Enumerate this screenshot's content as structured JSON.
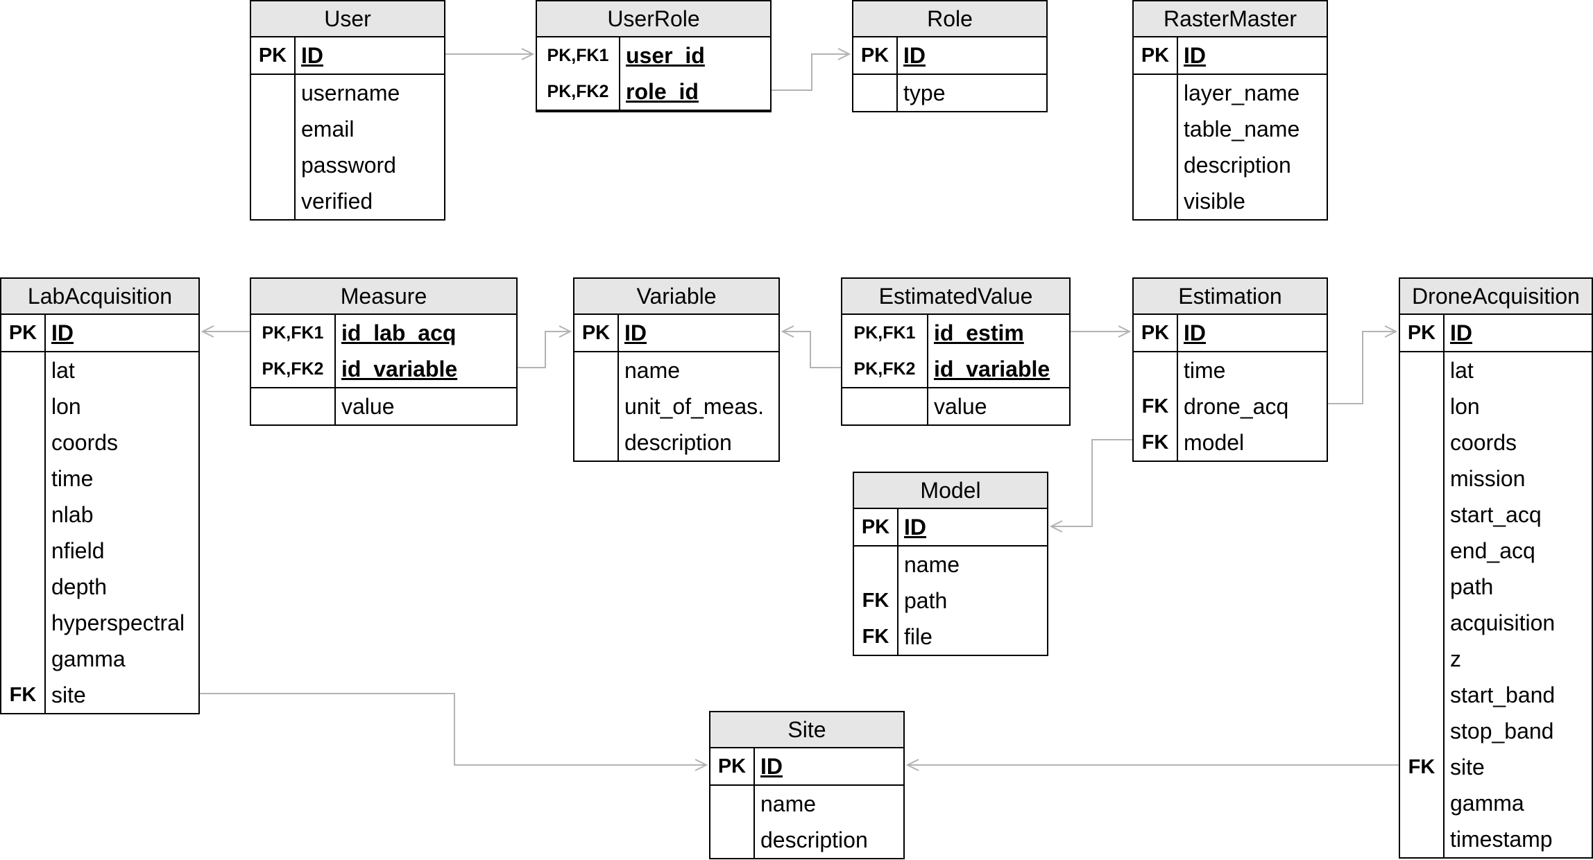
{
  "entities": [
    {
      "id": "user",
      "name": "User",
      "key_w": 62,
      "pk_rows": [
        {
          "key": "PK",
          "name": "ID"
        }
      ],
      "rows": [
        {
          "key": "",
          "name": "username"
        },
        {
          "key": "",
          "name": "email"
        },
        {
          "key": "",
          "name": "password"
        },
        {
          "key": "",
          "name": "verified"
        }
      ]
    },
    {
      "id": "userrole",
      "name": "UserRole",
      "key_w": 118,
      "pk_rows": [
        {
          "key": "PK,FK1",
          "name": "user_id"
        },
        {
          "key": "PK,FK2",
          "name": "role_id"
        }
      ],
      "rows": []
    },
    {
      "id": "role",
      "name": "Role",
      "key_w": 62,
      "pk_rows": [
        {
          "key": "PK",
          "name": "ID"
        }
      ],
      "rows": [
        {
          "key": "",
          "name": "type"
        }
      ]
    },
    {
      "id": "rastermaster",
      "name": "RasterMaster",
      "key_w": 62,
      "pk_rows": [
        {
          "key": "PK",
          "name": "ID"
        }
      ],
      "rows": [
        {
          "key": "",
          "name": "layer_name"
        },
        {
          "key": "",
          "name": "table_name"
        },
        {
          "key": "",
          "name": "description"
        },
        {
          "key": "",
          "name": "visible"
        }
      ]
    },
    {
      "id": "labacquisition",
      "name": "LabAcquisition",
      "key_w": 62,
      "pk_rows": [
        {
          "key": "PK",
          "name": "ID"
        }
      ],
      "rows": [
        {
          "key": "",
          "name": "lat"
        },
        {
          "key": "",
          "name": "lon"
        },
        {
          "key": "",
          "name": "coords"
        },
        {
          "key": "",
          "name": "time"
        },
        {
          "key": "",
          "name": "nlab"
        },
        {
          "key": "",
          "name": "nfield"
        },
        {
          "key": "",
          "name": "depth"
        },
        {
          "key": "",
          "name": "hyperspectral"
        },
        {
          "key": "",
          "name": "gamma"
        },
        {
          "key": "FK",
          "name": "site"
        }
      ]
    },
    {
      "id": "measure",
      "name": "Measure",
      "key_w": 120,
      "pk_rows": [
        {
          "key": "PK,FK1",
          "name": "id_lab_acq"
        },
        {
          "key": "PK,FK2",
          "name": "id_variable"
        }
      ],
      "rows": [
        {
          "key": "",
          "name": "value"
        }
      ]
    },
    {
      "id": "variable",
      "name": "Variable",
      "key_w": 62,
      "pk_rows": [
        {
          "key": "PK",
          "name": "ID"
        }
      ],
      "rows": [
        {
          "key": "",
          "name": "name"
        },
        {
          "key": "",
          "name": "unit_of_meas."
        },
        {
          "key": "",
          "name": "description"
        }
      ]
    },
    {
      "id": "estimatedvalue",
      "name": "EstimatedValue",
      "key_w": 122,
      "pk_rows": [
        {
          "key": "PK,FK1",
          "name": "id_estim"
        },
        {
          "key": "PK,FK2",
          "name": "id_variable"
        }
      ],
      "rows": [
        {
          "key": "",
          "name": "value"
        }
      ]
    },
    {
      "id": "estimation",
      "name": "Estimation",
      "key_w": 62,
      "pk_rows": [
        {
          "key": "PK",
          "name": "ID"
        }
      ],
      "rows": [
        {
          "key": "",
          "name": "time"
        },
        {
          "key": "FK",
          "name": "drone_acq"
        },
        {
          "key": "FK",
          "name": "model"
        }
      ]
    },
    {
      "id": "droneacquisition",
      "name": "DroneAcquisition",
      "key_w": 62,
      "pk_rows": [
        {
          "key": "PK",
          "name": "ID"
        }
      ],
      "rows": [
        {
          "key": "",
          "name": "lat"
        },
        {
          "key": "",
          "name": "lon"
        },
        {
          "key": "",
          "name": "coords"
        },
        {
          "key": "",
          "name": "mission"
        },
        {
          "key": "",
          "name": "start_acq"
        },
        {
          "key": "",
          "name": "end_acq"
        },
        {
          "key": "",
          "name": "path"
        },
        {
          "key": "",
          "name": "acquisition"
        },
        {
          "key": "",
          "name": "z"
        },
        {
          "key": "",
          "name": "start_band"
        },
        {
          "key": "",
          "name": "stop_band"
        },
        {
          "key": "FK",
          "name": "site"
        },
        {
          "key": "",
          "name": "gamma"
        },
        {
          "key": "",
          "name": "timestamp"
        }
      ]
    },
    {
      "id": "model",
      "name": "Model",
      "key_w": 62,
      "pk_rows": [
        {
          "key": "PK",
          "name": "ID"
        }
      ],
      "rows": [
        {
          "key": "",
          "name": "name"
        },
        {
          "key": "FK",
          "name": "path"
        },
        {
          "key": "FK",
          "name": "file"
        }
      ]
    },
    {
      "id": "site",
      "name": "Site",
      "key_w": 62,
      "pk_rows": [
        {
          "key": "PK",
          "name": "ID"
        }
      ],
      "rows": [
        {
          "key": "",
          "name": "name"
        },
        {
          "key": "",
          "name": "description"
        }
      ]
    }
  ],
  "relationships": [
    {
      "from": "user",
      "to": "userrole"
    },
    {
      "from": "userrole",
      "to": "role"
    },
    {
      "from": "measure",
      "to": "labacquisition"
    },
    {
      "from": "measure",
      "to": "variable"
    },
    {
      "from": "estimatedvalue",
      "to": "variable"
    },
    {
      "from": "estimatedvalue",
      "to": "estimation"
    },
    {
      "from": "estimation",
      "to": "droneacquisition"
    },
    {
      "from": "estimation",
      "to": "model"
    },
    {
      "from": "labacquisition",
      "to": "site"
    },
    {
      "from": "droneacquisition",
      "to": "site"
    }
  ],
  "colors": {
    "header_bg": "#e6e6e6",
    "border": "#000000",
    "connector": "#b3b3b3"
  }
}
